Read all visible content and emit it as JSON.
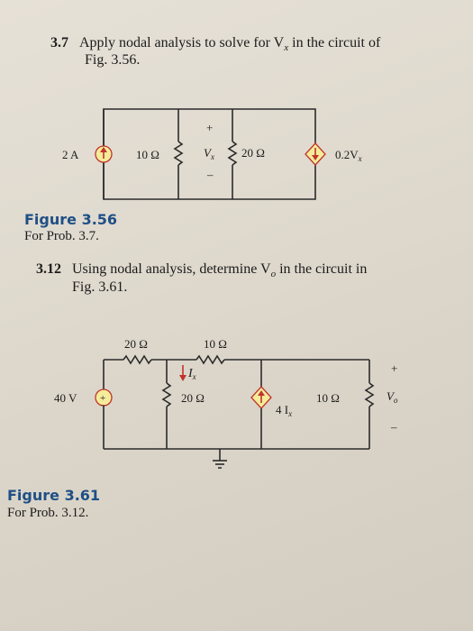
{
  "problem_37": {
    "number": "3.7",
    "text_line1": "Apply nodal analysis to solve for V",
    "text_sub1": "x",
    "text_rest1": " in the circuit of",
    "text_line2": "Fig. 3.56."
  },
  "figure_356": {
    "title": "Figure 3.56",
    "caption": "For Prob. 3.7.",
    "source_current": "2 A",
    "r1": "10 Ω",
    "vx_label": "V",
    "vx_sub": "x",
    "plus": "+",
    "minus": "–",
    "r2": "20 Ω",
    "dep_source": "0.2V",
    "dep_sub": "x"
  },
  "problem_312": {
    "number": "3.12",
    "text_line1": "Using nodal analysis, determine V",
    "text_sub1": "o",
    "text_rest1": " in the circuit in",
    "text_line2": "Fig. 3.61."
  },
  "figure_361": {
    "title": "Figure 3.61",
    "caption": "For Prob. 3.12.",
    "source_voltage": "40 V",
    "r_top1": "20 Ω",
    "r_top2": "10 Ω",
    "ix_label": "I",
    "ix_sub": "x",
    "r_mid": "20 Ω",
    "dep_source": "4 I",
    "dep_sub": "x",
    "r_right": "10 Ω",
    "vo_label": "V",
    "vo_sub": "o",
    "plus": "+",
    "minus": "–",
    "source_plus": "+",
    "source_minus": "–"
  }
}
